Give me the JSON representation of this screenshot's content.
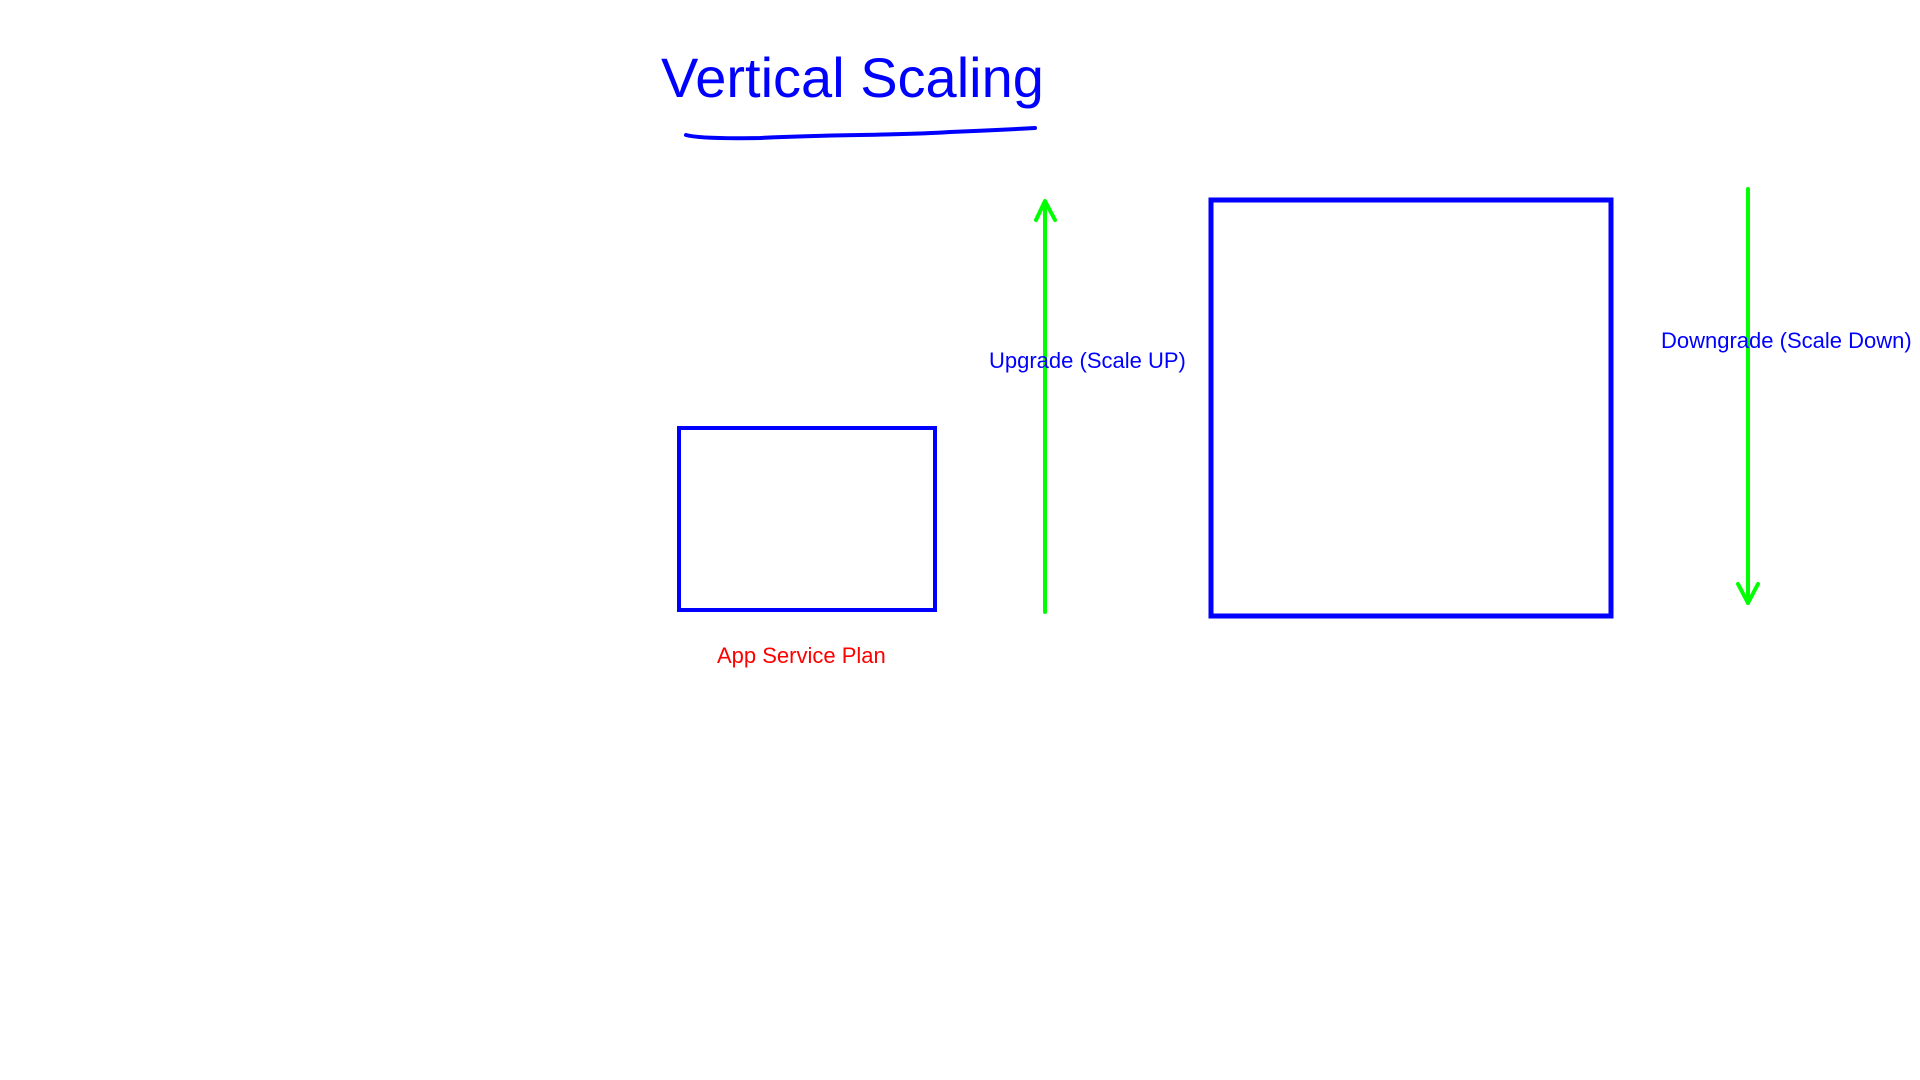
{
  "title": "Vertical Scaling",
  "small_box_label": "App Service Plan",
  "upgrade_label": "Upgrade (Scale UP)",
  "downgrade_label": "Downgrade (Scale Down)",
  "colors": {
    "title": "#0000ff",
    "box_stroke": "#0000ff",
    "arrow": "#00ff00",
    "plan_label": "#ff0000",
    "action_label": "#0000ff",
    "background": "#ffffff"
  }
}
